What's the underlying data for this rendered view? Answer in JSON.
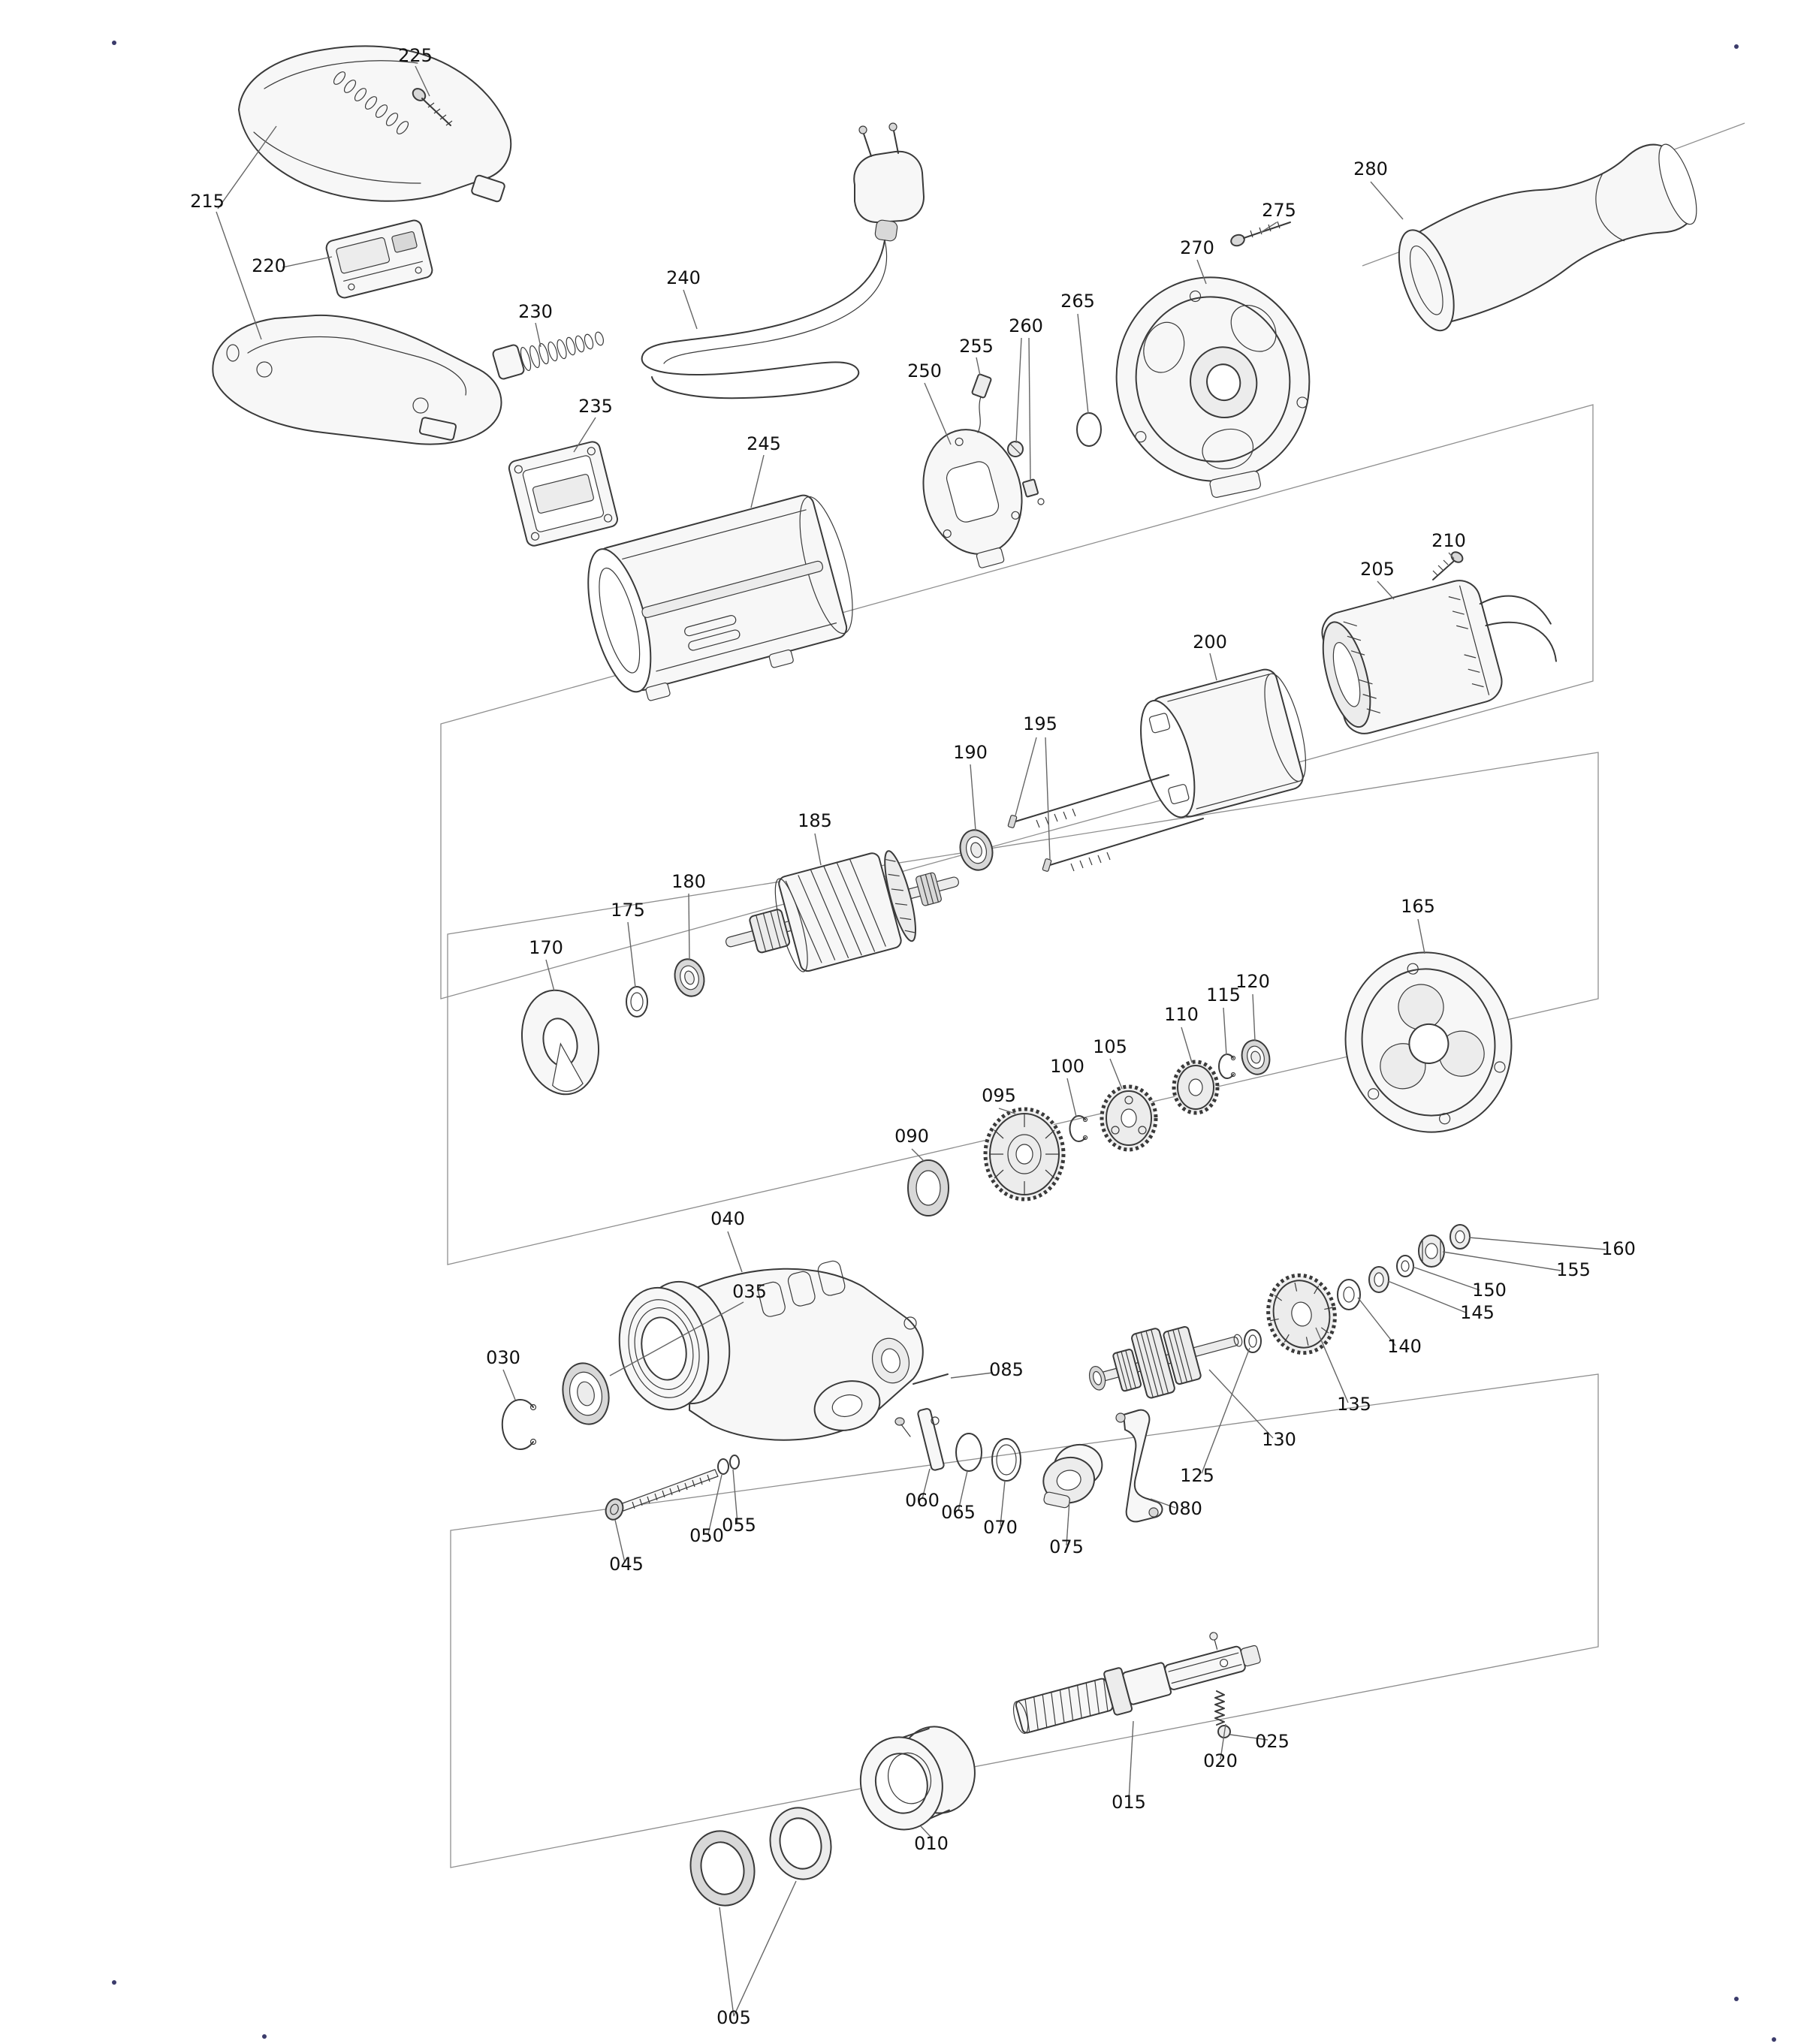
{
  "page": {
    "background": "#ffffff"
  },
  "diagram": {
    "type": "exploded-parts-diagram",
    "colors": {
      "line": "#3a3a3a",
      "leader": "#666666",
      "label": "#111111",
      "panel": "#8f8f8f"
    },
    "callouts": {
      "c005": "005",
      "c010": "010",
      "c015": "015",
      "c020": "020",
      "c025": "025",
      "c030": "030",
      "c035": "035",
      "c040": "040",
      "c045": "045",
      "c050": "050",
      "c055": "055",
      "c060": "060",
      "c065": "065",
      "c070": "070",
      "c075": "075",
      "c080": "080",
      "c085": "085",
      "c090": "090",
      "c095": "095",
      "c100": "100",
      "c105": "105",
      "c110": "110",
      "c115": "115",
      "c120": "120",
      "c125": "125",
      "c130": "130",
      "c135": "135",
      "c140": "140",
      "c145": "145",
      "c150": "150",
      "c155": "155",
      "c160": "160",
      "c165": "165",
      "c170": "170",
      "c175": "175",
      "c180": "180",
      "c185": "185",
      "c190": "190",
      "c195": "195",
      "c200": "200",
      "c205": "205",
      "c210": "210",
      "c215": "215",
      "c220": "220",
      "c225": "225",
      "c230": "230",
      "c235": "235",
      "c240": "240",
      "c245": "245",
      "c250": "250",
      "c255": "255",
      "c260": "260",
      "c265": "265",
      "c270": "270",
      "c275": "275",
      "c280": "280"
    }
  }
}
